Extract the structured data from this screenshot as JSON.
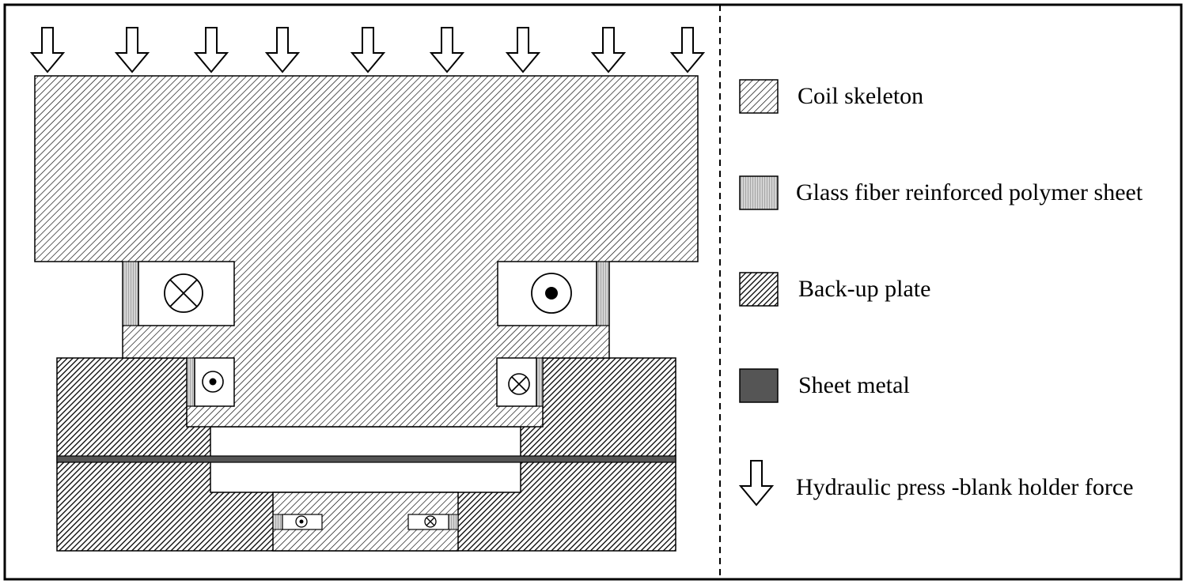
{
  "legend": {
    "items": [
      {
        "key": "coil-skeleton",
        "label": "Coil skeleton",
        "swatch": "light-hatch"
      },
      {
        "key": "gfrp-sheet",
        "label": "Glass fiber reinforced polymer sheet",
        "swatch": "vertical-lines"
      },
      {
        "key": "back-up-plate",
        "label": "Back-up plate",
        "swatch": "dark-hatch"
      },
      {
        "key": "sheet-metal",
        "label": "Sheet metal",
        "swatch": "solid-dark"
      },
      {
        "key": "press-force",
        "label": "Hydraulic press -blank holder force",
        "swatch": "down-arrow-icon"
      }
    ]
  },
  "current_markers": {
    "into_page": "cross-circle-icon",
    "out_of_page": "dot-circle-icon"
  },
  "colors": {
    "outline": "#000000",
    "sheet_metal": "#555555",
    "gfrp_fill": "#cfcfcf",
    "background": "#ffffff"
  }
}
